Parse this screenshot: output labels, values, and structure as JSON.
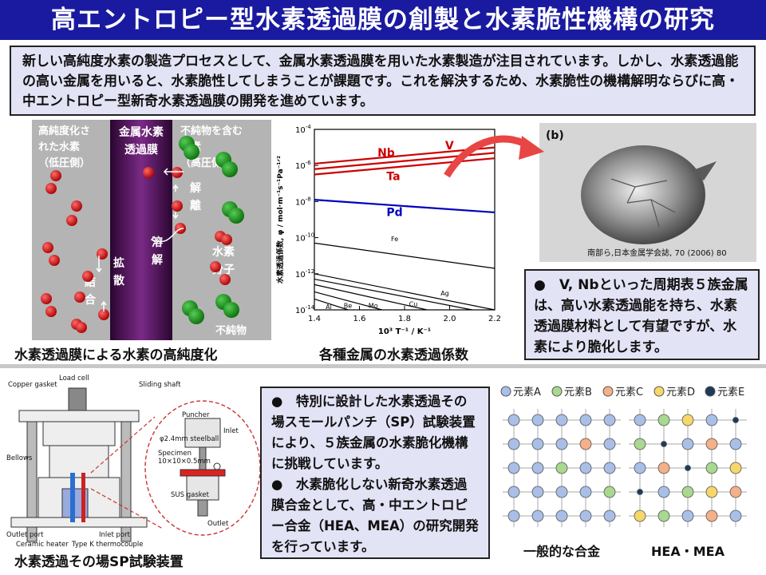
{
  "title": "高エントロピー型水素透過膜の創製と水素脆性機構の研究",
  "intro": "新しい高純度水素の製造プロセスとして、金属水素透過膜を用いた水素製造が注目されています。しかし、水素透過能の高い金属を用いると、水素脆性してしまうことが課題です。これを解決するため、水素脆性の機構解明ならびに高・中エントロピー型新奇水素透過膜の開発を進めています。",
  "membrane": {
    "left_label": [
      "高純度化さ",
      "れた水素",
      "（低圧側）"
    ],
    "center_label": [
      "金属水素",
      "透過膜"
    ],
    "right_label": [
      "不純物を含む",
      "水素",
      "（高圧側）"
    ],
    "dissociation": [
      "解",
      "離"
    ],
    "dissolution": [
      "溶",
      "解"
    ],
    "diffusion": [
      "拡",
      "散"
    ],
    "recombination": [
      "結",
      "合"
    ],
    "molecule": [
      "水素",
      "分子"
    ],
    "impurity": "不純物",
    "caption": "水素透過膜による水素の高純度化",
    "colors": {
      "gray": "#b4b4b4",
      "membrane": "#4a0a55",
      "hydrogen": "#cc0000",
      "impurity": "#1a8c1a"
    }
  },
  "chart_data": {
    "type": "line",
    "xlabel": "10³ T⁻¹ / K⁻¹",
    "ylabel": "水素透過係数, φ / mol·m⁻¹s⁻¹Pa⁻¹ᐟ²",
    "xlim": [
      1.4,
      2.2
    ],
    "ylim_exp": [
      -14,
      -4
    ],
    "log_y": true,
    "x_ticks": [
      "1.4",
      "1.6",
      "1.8",
      "2.0",
      "2.2"
    ],
    "y_ticks": [
      {
        "base": "10",
        "exp": "-4",
        "value": -4
      },
      {
        "base": "10",
        "exp": "-6",
        "value": -6
      },
      {
        "base": "10",
        "exp": "-8",
        "value": -8
      },
      {
        "base": "10",
        "exp": "-10",
        "value": -10
      },
      {
        "base": "10",
        "exp": "-12",
        "value": -12
      },
      {
        "base": "10",
        "exp": "-14",
        "value": -14
      }
    ],
    "series": [
      {
        "name": "V",
        "x": [
          1.4,
          2.2
        ],
        "log10": [
          -5.9,
          -5.0
        ],
        "color": "#cc0000",
        "label_color": "#cc0000",
        "label_x": 1.98,
        "label_y": -5.1
      },
      {
        "name": "Nb",
        "x": [
          1.4,
          2.2
        ],
        "log10": [
          -6.2,
          -5.3
        ],
        "color": "#cc0000",
        "label_color": "#cc0000",
        "label_x": 1.68,
        "label_y": -5.5
      },
      {
        "name": "Ta",
        "x": [
          1.4,
          2.2
        ],
        "log10": [
          -6.5,
          -5.6
        ],
        "color": "#cc0000",
        "label_color": "#cc0000",
        "label_x": 1.72,
        "label_y": -6.8
      },
      {
        "name": "Pd",
        "x": [
          1.4,
          2.2
        ],
        "log10": [
          -7.9,
          -8.6
        ],
        "color": "#0000bb",
        "label_color": "#0000bb",
        "label_x": 1.72,
        "label_y": -8.8
      },
      {
        "name": "Fe",
        "x": [
          1.4,
          2.2
        ],
        "log10": [
          -10.3,
          -11.7
        ],
        "color": "#000000",
        "label_color": "#000000",
        "label_x": 1.74,
        "label_y": -10.2
      },
      {
        "name": "Ag",
        "x": [
          1.4,
          2.2
        ],
        "log10": [
          -12.0,
          -14.0
        ],
        "color": "#000000",
        "label_color": "#000000",
        "label_x": 1.96,
        "label_y": -13.2
      },
      {
        "name": "Cu",
        "x": [
          1.4,
          2.1
        ],
        "log10": [
          -12.3,
          -14.0
        ],
        "color": "#000000",
        "label_color": "#000000",
        "label_x": 1.82,
        "label_y": -13.8
      },
      {
        "name": "Mo",
        "x": [
          1.4,
          1.9
        ],
        "log10": [
          -12.6,
          -14.0
        ],
        "color": "#000000",
        "label_color": "#000000",
        "label_x": 1.64,
        "label_y": -13.9
      },
      {
        "name": "Be",
        "x": [
          1.4,
          1.7
        ],
        "log10": [
          -13.0,
          -14.0
        ],
        "color": "#000000",
        "label_color": "#000000",
        "label_x": 1.53,
        "label_y": -13.9
      },
      {
        "name": "Al",
        "x": [
          1.4,
          1.55
        ],
        "log10": [
          -13.4,
          -14.0
        ],
        "color": "#000000",
        "label_color": "#000000",
        "label_x": 1.45,
        "label_y": -13.95
      }
    ]
  },
  "chart_caption": "各種金属の水素透過係数",
  "photo": {
    "label": "(b)",
    "citation": "南部ら,日本金属学会誌, 70 (2006) 80"
  },
  "note_vnb": "●　V, Nbといった周期表５族金属は、高い水素透過能を持ち、水素透過膜材料として有望ですが、水素により脆化します。",
  "apparatus": {
    "labels": {
      "load_cell": "Load cell",
      "sliding_shaft": "Sliding shaft",
      "copper_gasket": "Copper gasket",
      "bellows": "Bellows",
      "outlet_port": "Outlet port",
      "inlet_port": "Inlet port",
      "ceramic_heater": "Ceramic heater",
      "thermocouple": "Type K thermocouple",
      "puncher": "Puncher",
      "steelball": "φ2.4mm steelball",
      "inlet": "Inlet",
      "specimen": "Specimen",
      "specimen_size": "10×10×0.5mm",
      "sus_gasket": "SUS gasket",
      "outlet": "Outlet"
    },
    "caption": "水素透過その場SP試験装置"
  },
  "note_sp": [
    "●　特別に設計した水素透過その場スモールパンチ（SP）試験装置により、５族金属の水素脆化機構に挑戦しています。",
    "●　水素脆化しない新奇水素透過膜合金として、高・中エントロピー合金（HEA、MEA）の研究開発を行っています。"
  ],
  "lattice": {
    "legend": [
      {
        "label": "元素A",
        "color": "#a9bfe8"
      },
      {
        "label": "元素B",
        "color": "#a9d890"
      },
      {
        "label": "元素C",
        "color": "#f4b08a"
      },
      {
        "label": "元素D",
        "color": "#f7d66a"
      },
      {
        "label": "元素E",
        "color": "#1f3a5a"
      }
    ],
    "general_caption": "一般的な合金",
    "hea_caption": "HEA・MEA"
  }
}
